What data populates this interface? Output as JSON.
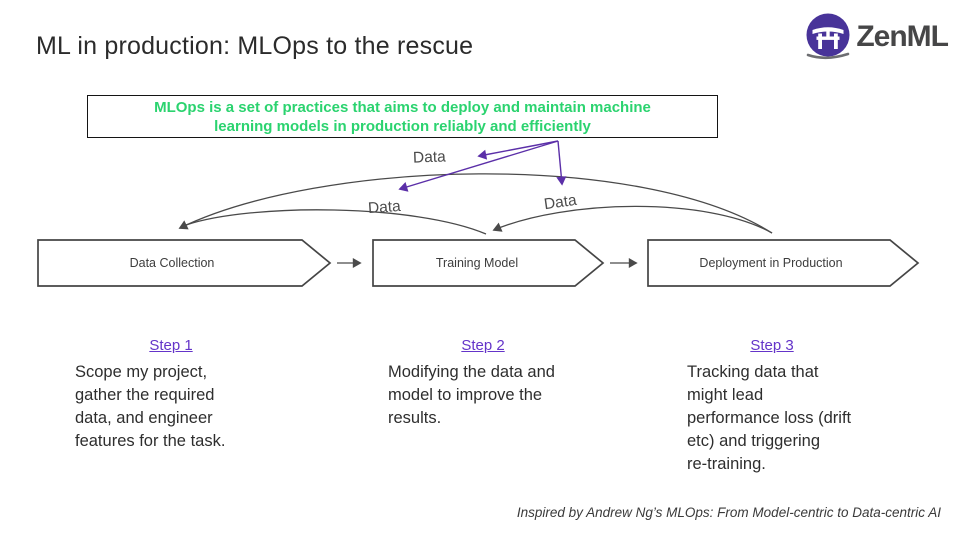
{
  "slide": {
    "title": "ML in production: MLOps to the rescue",
    "logo": {
      "brand": "ZenML",
      "icon": "torii-gate-icon"
    },
    "definition": {
      "line1": "MLOps is a set of practices that aims to deploy and maintain machine",
      "line2": "learning models in production reliably and efficiently"
    },
    "pipeline": {
      "boxes": [
        "Data Collection",
        "Training Model",
        "Deployment in Production"
      ],
      "data_labels": [
        "Data",
        "Data",
        "Data"
      ]
    },
    "steps": [
      {
        "label": "Step 1",
        "description": "Scope my project,\ngather the required\ndata, and engineer\nfeatures for the task."
      },
      {
        "label": "Step 2",
        "description": "Modifying the data and\nmodel to improve the\nresults."
      },
      {
        "label": "Step 3",
        "description": "Tracking data that\nmight lead\nperformance loss (drift\netc) and triggering\nre-training."
      }
    ],
    "footer": "Inspired by Andrew Ng’s MLOps: From Model-centric to Data-centric AI",
    "colors": {
      "definition_green": "#2bd36f",
      "link_purple": "#6434c9",
      "arrow_purple": "#5b2fa8",
      "arc_gray": "#4a4a4a",
      "logo_purple": "#483399"
    }
  }
}
